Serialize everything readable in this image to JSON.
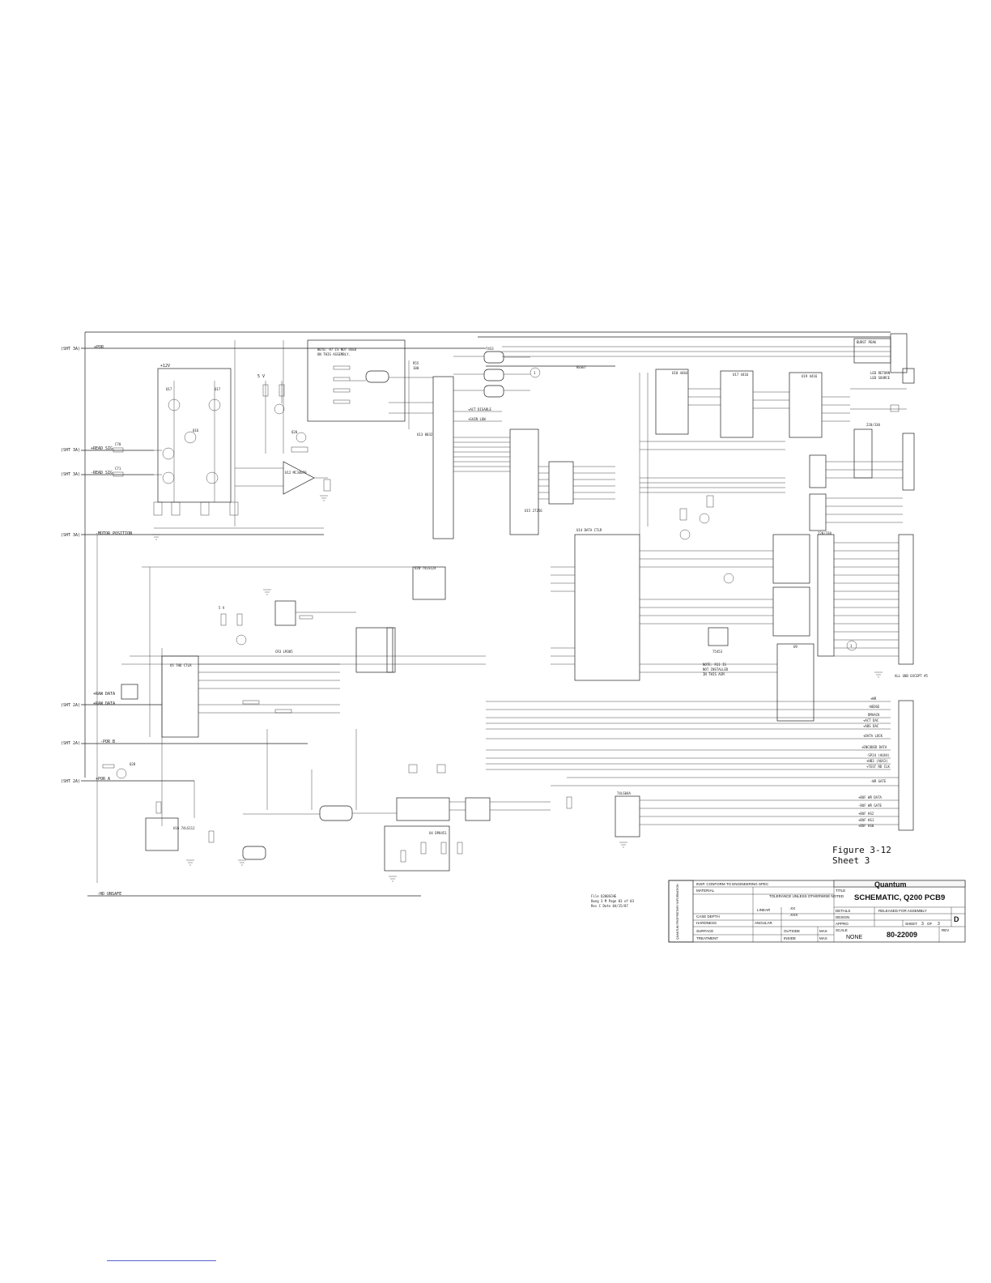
{
  "sheet_refs": {
    "sht3_por": "(SHT 3A)",
    "sht3_rd1": "(SHT 3A)",
    "sht3_rd2": "(SHT 3A)",
    "sht3_motor": "(SHT 3A)",
    "sht2_raw": "(SHT 2A)",
    "sht2_por": "(SHT 2A)",
    "sht2_por2": "(SHT 2A)"
  },
  "nets_left": {
    "por": "+POR",
    "read_sig1": "+READ SIG",
    "read_sig2": "-READ SIG",
    "motor": "-MOTOR POSITION",
    "raw_data": "+RAW DATA",
    "por_b": "-POR B",
    "por_a": "+POR A",
    "hd_unsafe": "-HD UNSAFE"
  },
  "note_top": [
    "NOTE: R7 IS NOT USED",
    "ON THIS ASSEMBLY."
  ],
  "note_mid": [
    "NOTE: R11 IS",
    "NOT INSTALLED",
    "IN THIS ASM"
  ],
  "figure": {
    "line1": "Figure 3-12",
    "line2": "Sheet 3"
  },
  "page_note": [
    "File   Q200SCHE",
    "Dwng   3 M    Page 03 of 03",
    "Rev    C      Date 04/15/87"
  ],
  "parts": {
    "u5": "U5\nTHD CTLR",
    "u14": "U14\nDATA CTLR",
    "u13": "U13\n8032",
    "u15": "U15\n27256",
    "u18": "U18\n4464",
    "u17": "U17\n4416",
    "u19": "U19\n4416",
    "u20": "U20 74LS124",
    "u9": "74LS04A",
    "q17": "Q17",
    "q16": "Q16",
    "u12": "U12\nMC34070",
    "u4": "U4\nDP8451",
    "cr": "CR3 LM385",
    "u16": "U16\n74LS112"
  },
  "right_nets": {
    "burst_peak": "BURST PEAK",
    "led_return": "LED RETURN",
    "led_source": "LED SOURCE",
    "resistor_net": "220/330",
    "all_gnd": "ALL GND\nEXCEPT #5",
    "wr": "+WR",
    "wedge": "-WEDGE",
    "dmaack": "DMAACK",
    "act_dac": "+ACT DAC",
    "abs_dac": "+ABS DAC",
    "data_lock": "+DATA LOCK",
    "encoded": "+ENCODED DATA",
    "sp24": "-SP24 (AUX4)",
    "hb3": "+HB3 (AUX3)",
    "test_rd": "+TEST RD CLK",
    "wr_gate": "-WR GATE",
    "buf_wr": "+BUF WR DATA",
    "buf_wr_gate": "-BUF WR GATE",
    "buf_hs2": "+BUF HS2",
    "buf_hs1": "+BUF HS1",
    "buf_hs0": "+BUF HS0"
  },
  "title_block": {
    "company": "Quantum",
    "title_label": "TITLE",
    "title": "SCHEMATIC, Q200 PCB9",
    "inspect": "INSP. CONFORM TO ENGINEERING SPEC",
    "material": "MATERIAL",
    "tolerance": "TOLERANCE UNLESS\nOTHERWISE NOTED",
    "linear": "LINEAR",
    "linear_xx": ".XX",
    "linear_xxx": ".XXX",
    "angular": "ANGULAR",
    "case_depth": "CASE DEPTH",
    "hardness": "HARDNESS",
    "surface": "SURFACE",
    "treatment": "TREATMENT",
    "outside": "OUTSIDE",
    "inside": "INSIDE",
    "max": "MAX",
    "details": "DETAILS",
    "design": "DESIGN",
    "appro": "APPRO",
    "released": "RELEASED FOR ASSEMBLY",
    "size": "D",
    "scale_label": "SCALE",
    "scale": "NONE",
    "sheet_label": "SHEET",
    "sheet_num": "3",
    "of": "OF",
    "sheet_total": "3",
    "drawing_no": "80-22009",
    "rev_label": "REV",
    "side_text": "QUANTUM PROPRIETARY INFORMATION"
  }
}
